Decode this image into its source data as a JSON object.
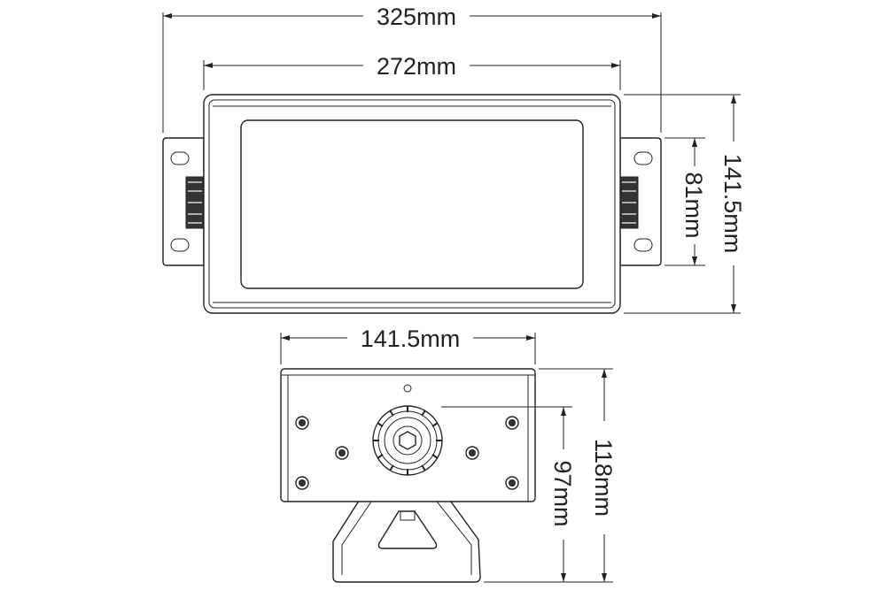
{
  "drawing": {
    "front_view": {
      "overall_width": "325mm",
      "housing_width": "272mm",
      "overall_height": "141.5mm",
      "bracket_height": "81mm"
    },
    "side_view": {
      "depth": "141.5mm",
      "height": "118mm",
      "pivot_height": "97mm"
    }
  },
  "colors": {
    "line": "#222222",
    "background": "#ffffff"
  }
}
